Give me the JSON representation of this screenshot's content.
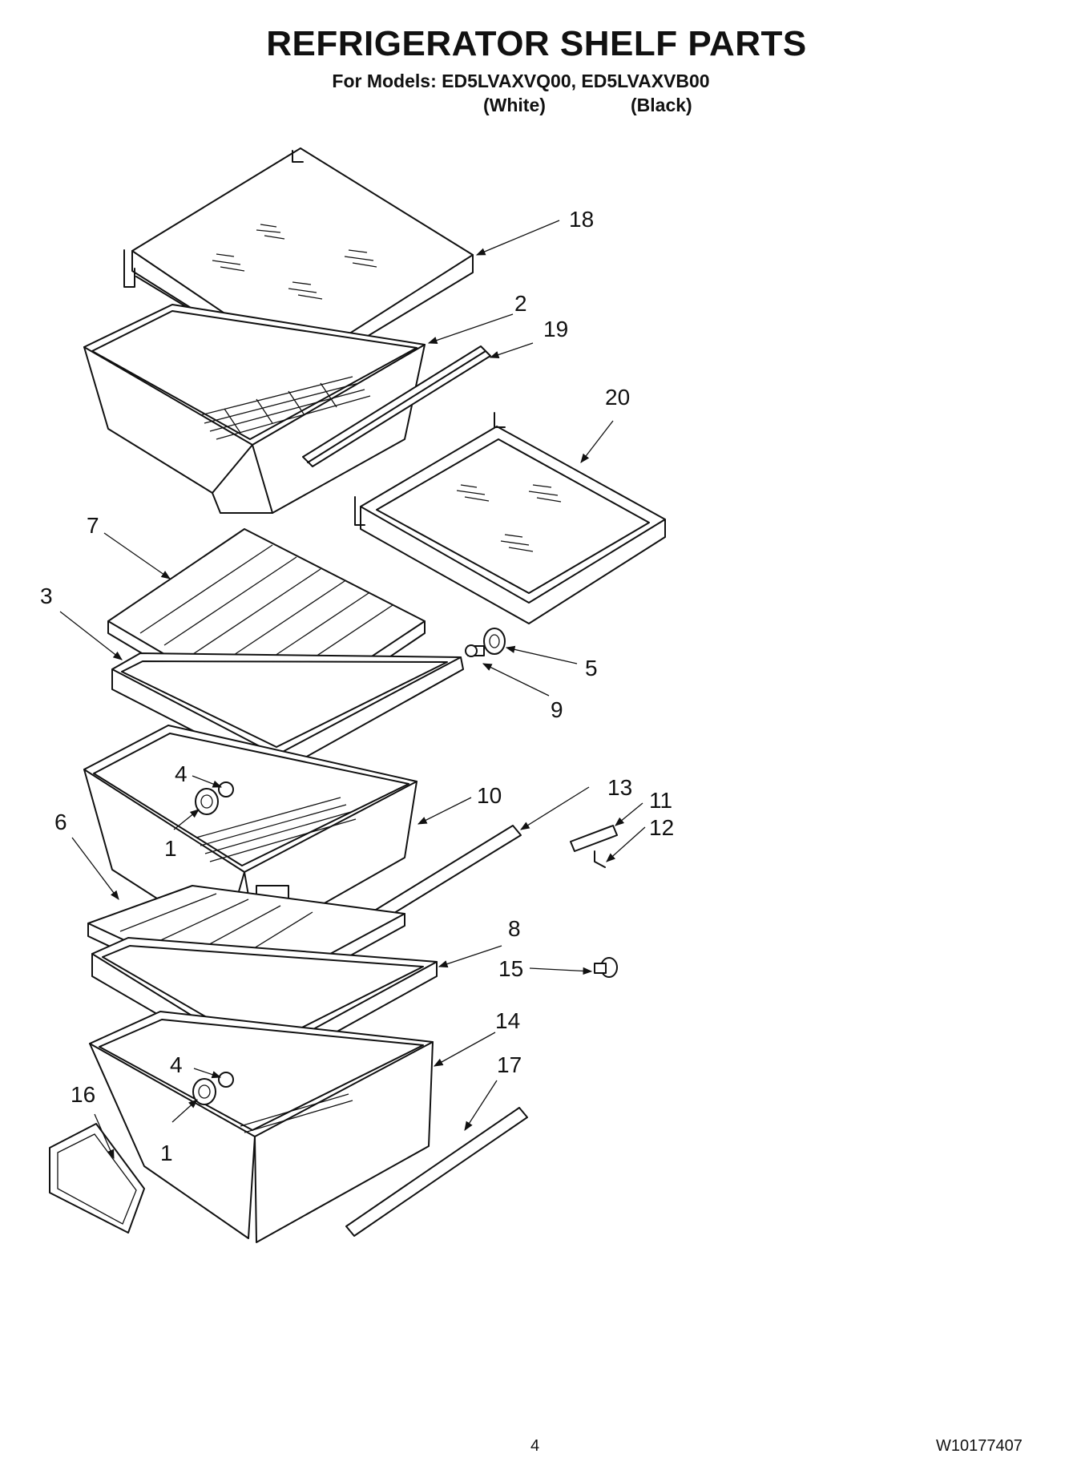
{
  "header": {
    "title": "REFRIGERATOR SHELF PARTS",
    "subtitle": "For Models: ED5LVAXVQ00, ED5LVAXVB00",
    "variants": [
      "(White)",
      "(Black)"
    ]
  },
  "callouts": [
    "18",
    "2",
    "19",
    "20",
    "7",
    "3",
    "5",
    "9",
    "4",
    "10",
    "13",
    "11",
    "12",
    "1",
    "6",
    "8",
    "15",
    "14",
    "4",
    "17",
    "16",
    "1"
  ],
  "footer": {
    "page_number": "4",
    "document_number": "W10177407"
  }
}
